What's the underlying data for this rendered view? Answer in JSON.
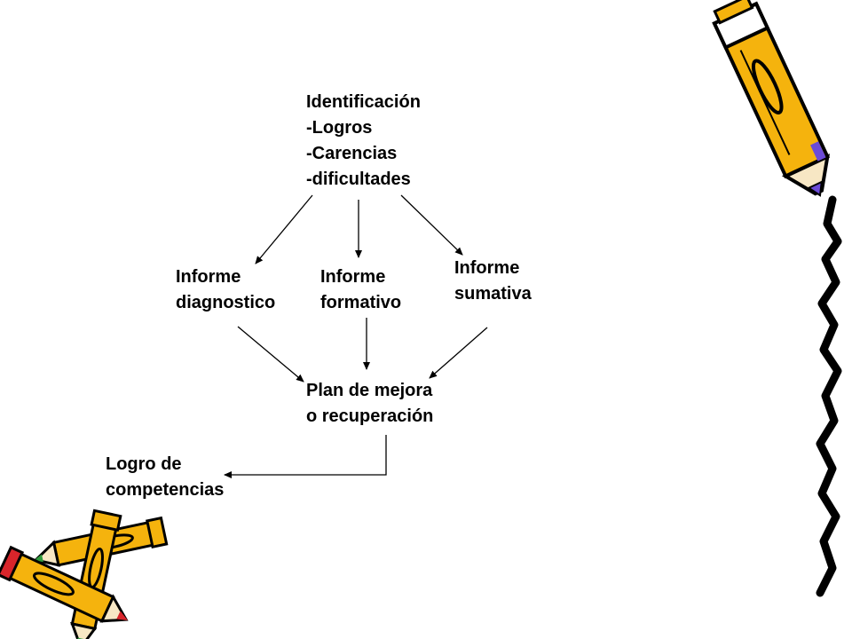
{
  "diagram": {
    "identification": {
      "title": "Identificación",
      "items": [
        "-Logros",
        "-Carencias",
        "-dificultades"
      ]
    },
    "reports": [
      {
        "line1": "Informe",
        "line2": "diagnostico"
      },
      {
        "line1": "Informe",
        "line2": "formativo"
      },
      {
        "line1": "Informe",
        "line2": "sumativa"
      }
    ],
    "plan": {
      "line1": "Plan de mejora",
      "line2": "o recuperación"
    },
    "outcome": {
      "line1": "Logro de",
      "line2": "competencias"
    }
  },
  "decorations": {
    "icons": [
      "pencil-icon",
      "pencil-icon",
      "pencil-icon",
      "pencil-icon"
    ],
    "colors": {
      "pencil_body": "#f5b30d",
      "pencil_edge": "#000000",
      "accent_purple": "#6b4bd8",
      "accent_red": "#d8252b",
      "accent_green": "#2f9a3c",
      "arrow": "#000000"
    }
  }
}
